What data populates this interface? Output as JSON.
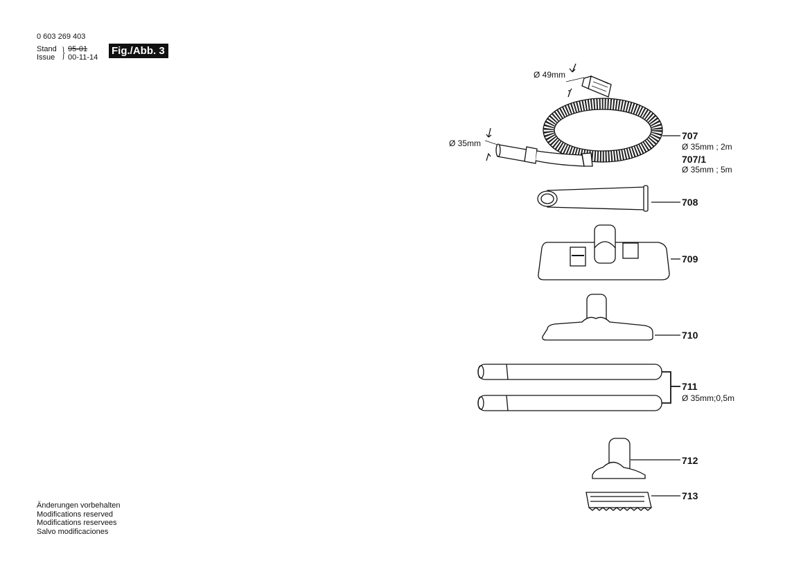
{
  "header": {
    "part_number": "0 603 269 403",
    "stand_label": "Stand",
    "issue_label": "Issue",
    "stand_date": "95-01",
    "issue_date": "00-11-14",
    "figure_label": "Fig./Abb. 3"
  },
  "parts": [
    {
      "id": "707",
      "desc": "Ø 35mm ; 2m"
    },
    {
      "id": "707/1",
      "desc": "Ø 35mm ; 5m"
    },
    {
      "id": "708",
      "desc": ""
    },
    {
      "id": "709",
      "desc": ""
    },
    {
      "id": "710",
      "desc": ""
    },
    {
      "id": "711",
      "desc": "Ø 35mm;0,5m"
    },
    {
      "id": "712",
      "desc": ""
    },
    {
      "id": "713",
      "desc": ""
    }
  ],
  "dimensions": {
    "hose_large_end": "Ø 49mm",
    "hose_small_end": "Ø 35mm"
  },
  "footer": {
    "lines": [
      "Änderungen vorbehalten",
      "Modifications reserved",
      "Modifications reservees",
      "Salvo modificaciones"
    ]
  }
}
